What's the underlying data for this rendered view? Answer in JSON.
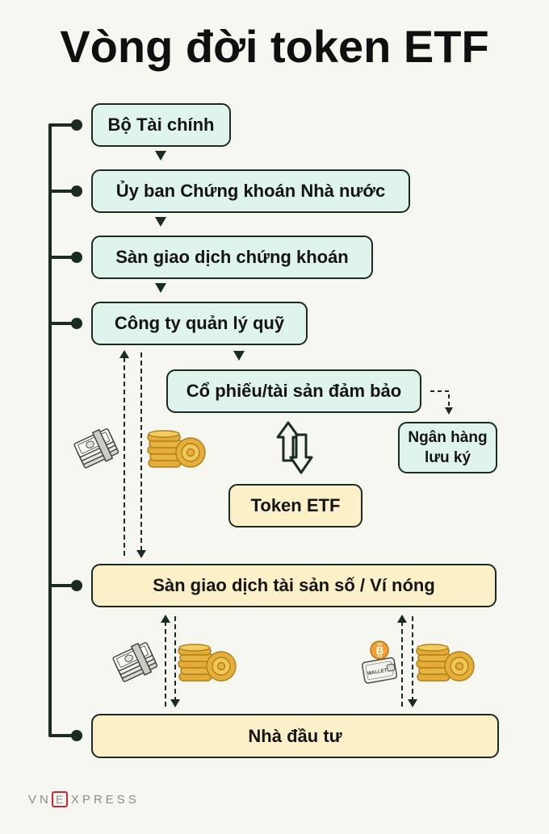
{
  "title": "Vòng đời token ETF",
  "nodes": {
    "ministry_of_finance": "Bộ Tài chính",
    "securities_commission": "Ủy ban Chứng khoán Nhà nước",
    "stock_exchange": "Sàn giao dịch chứng khoán",
    "fund_management_company": "Công ty quản lý quỹ",
    "collateral_assets": "Cổ phiếu/tài sản đảm bảo",
    "custodian_bank": {
      "line1": "Ngân hàng",
      "line2": "lưu ký"
    },
    "token_etf": "Token ETF",
    "digital_asset_exchange": "Sàn giao dịch tài sản số / Ví nóng",
    "investor": "Nhà đầu tư"
  },
  "icons": {
    "cash": "cash-stack-icon",
    "coins": "gold-coins-icon",
    "wallet": "bitcoin-wallet-icon",
    "arrow": "down-triangle-icon",
    "swap": "swap-arrows-icon",
    "wallet_label": "WALLET",
    "bitcoin_glyph": "B"
  },
  "logo": {
    "prefix": "VN",
    "mark": "E",
    "suffix": "XPRESS"
  },
  "colors": {
    "background": "#f5f7f0",
    "regulator_box": "#dff4ec",
    "market_box": "#fcf0c8",
    "outline": "#1c2a24",
    "logo_accent": "#cf2530"
  }
}
